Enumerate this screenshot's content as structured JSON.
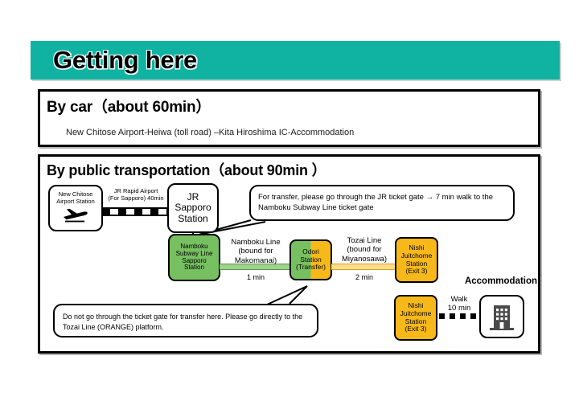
{
  "page": {
    "title": "Getting here",
    "banner_color": "#10b3a2"
  },
  "car_section": {
    "heading": "By car（about 60min）",
    "route": "New Chitose Airport-Heiwa (toll road) –Kita Hiroshima IC-Accommodation"
  },
  "transit_section": {
    "heading": "By public transportation（about 90min ）",
    "nodes": [
      {
        "id": "chitose",
        "label": "New Chitose\nAirport Station",
        "icon": "airplane-icon",
        "color": "#ffffff"
      },
      {
        "id": "jr-sapporo",
        "label": "JR\nSapporo\nStation",
        "color": "#ffffff"
      },
      {
        "id": "namboku-sapporo",
        "label": "Namboku\nSubway Line\nSapporo\nStation",
        "color": "#77c061"
      },
      {
        "id": "odori",
        "label": "Odori\nStation\n(Transfer)",
        "color": "#77c061 / #f7b81a"
      },
      {
        "id": "nishi-juitchome-1",
        "label": "Nishi\nJuitchome\nStation\n(Exit 3)",
        "color": "#f7b81a"
      },
      {
        "id": "nishi-juitchome-2",
        "label": "Nishi\nJuitchome\nStation\n(Exit 3)",
        "color": "#f7b81a"
      },
      {
        "id": "accommodation",
        "label": "",
        "icon": "building-icon",
        "color": "#ffffff"
      }
    ],
    "edges": [
      {
        "id": "jr-rapid",
        "label": "JR Rapid Airport\n(For Sapporo)  40min",
        "style": "railway"
      },
      {
        "id": "namboku-line",
        "label": "Namboku Line\n(bound for\nMakomanai)",
        "time": "1 min",
        "color": "#9fd28d"
      },
      {
        "id": "tozai-line",
        "label": "Tozai Line\n(bound for\nMiyanosawa)",
        "time": "2 min",
        "color": "#fcdd8f"
      },
      {
        "id": "walk",
        "label": "Walk\n10 min",
        "style": "dotted"
      }
    ],
    "accommodation_label": "Accommodation",
    "callouts": [
      {
        "id": "transfer-note",
        "text": "For transfer, please go through the JR ticket gate → 7 min walk to the Namboku Subway Line ticket gate"
      },
      {
        "id": "warning-note",
        "text": "Do not go through the ticket gate for transfer here. Please go directly to the Tozai Line (ORANGE) platform."
      }
    ]
  }
}
